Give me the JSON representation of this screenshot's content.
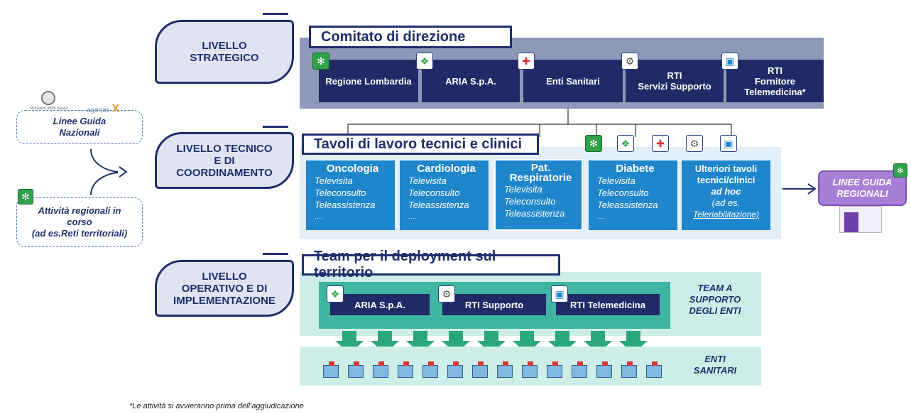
{
  "levels": {
    "strategic": "LIVELLO\nSTRATEGICO",
    "technical": "LIVELLO TECNICO\nE DI\nCOORDINAMENTO",
    "operational": "LIVELLO\nOPERATIVO E DI\nIMPLEMENTAZIONE"
  },
  "committee": {
    "title": "Comitato di direzione",
    "members": [
      "Regione Lombardia",
      "ARIA S.p.A.",
      "Enti Sanitari",
      "RTI\nServizi Supporto",
      "RTI\nFornitore\nTelemedicina*"
    ]
  },
  "tables": {
    "title": "Tavoli di lavoro tecnici e clinici",
    "cards": [
      {
        "title": "Oncologia",
        "items": [
          "Televisita",
          "Teleconsulto",
          "Teleassistenza",
          "…."
        ]
      },
      {
        "title": "Cardiologia",
        "items": [
          "Televisita",
          "Teleconsulto",
          "Teleassistenza",
          "…."
        ]
      },
      {
        "title": "Pat.\nRespiratorie",
        "items": [
          "Televisita",
          "Teleconsulto",
          "Teleassistenza",
          "…."
        ]
      },
      {
        "title": "Diabete",
        "items": [
          "Televisita",
          "Teleconsulto",
          "Teleassistenza",
          "…."
        ]
      }
    ],
    "extra_card": {
      "title": "Ulteriori tavoli\ntecnici/clinici",
      "subtitle": "ad hoc",
      "note": "(ad es.",
      "note2": "Teleriabilitazione)"
    }
  },
  "deployment": {
    "title": "Team per il deployment sul territorio",
    "teams": [
      "ARIA S.p.A.",
      "RTI Supporto",
      "RTI Telemedicina"
    ],
    "team_label": "TEAM A\nSUPPORTO\nDEGLI ENTI",
    "enti_label": "ENTI\nSANITARI"
  },
  "left": {
    "logo_text": "agenas",
    "ministry_text": "Ministero della Salute",
    "national_guidelines": "Linee Guida\nNazionali",
    "regional_activities": "Attività regionali in\ncorso\n(ad es.Reti territoriali)"
  },
  "right": {
    "regional_guidelines": "LINEE GUIDA\nREGIONALI"
  },
  "footnote": "*Le attività si avvieranno prima dell’aggiudicazione",
  "colors": {
    "navy": "#1f2a66",
    "blue": "#1f86cc",
    "teal": "#3fb5a2",
    "purple": "#a77fd6"
  }
}
